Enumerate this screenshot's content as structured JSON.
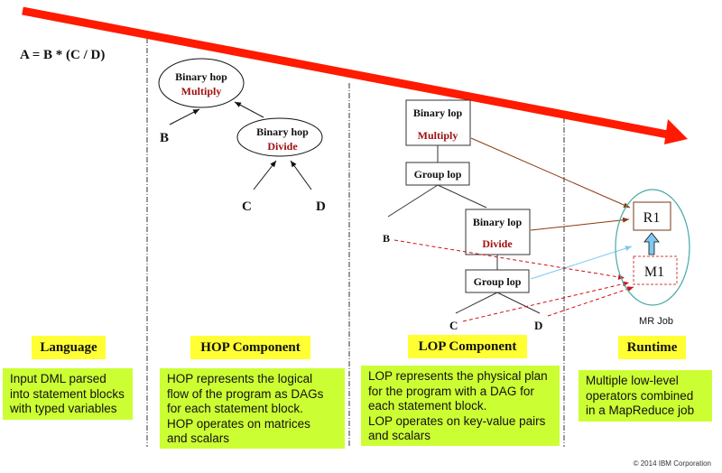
{
  "equation": "A = B * (C / D)",
  "hop": {
    "multiply_node": {
      "title": "Binary hop",
      "op": "Multiply"
    },
    "divide_node": {
      "title": "Binary hop",
      "op": "Divide"
    },
    "leaves": {
      "b": "B",
      "c": "C",
      "d": "D"
    }
  },
  "lop": {
    "multiply_node": {
      "title": "Binary lop",
      "op": "Multiply"
    },
    "group_top": "Group lop",
    "divide_node": {
      "title": "Binary lop",
      "op": "Divide"
    },
    "group_bottom": "Group lop",
    "leaves": {
      "b": "B",
      "c": "C",
      "d": "D"
    }
  },
  "runtime": {
    "reduce": "R1",
    "map": "M1",
    "job_label": "MR Job"
  },
  "sections": [
    {
      "title": "Language",
      "description": "Input DML parsed\ninto statement blocks\nwith typed variables"
    },
    {
      "title": "HOP Component",
      "description": "HOP represents the logical\nflow of the program as DAGs\nfor each statement block.\nHOP operates on matrices\nand scalars"
    },
    {
      "title": "LOP Component",
      "description": "LOP represents the physical plan\nfor the program with a DAG for\neach statement block.\nLOP operates on key-value pairs\nand scalars"
    },
    {
      "title": "Runtime",
      "description": "Multiple low-level\noperators combined\nin a MapReduce job"
    }
  ],
  "colors": {
    "flow_arrow": "#ff1a00",
    "op_text": "#a01010",
    "section_title_bg": "#ffff33",
    "description_bg": "#ccff33",
    "mr_job_ellipse": "#4aa8a8",
    "reduce_border": "#8b5a3c",
    "map_border": "#d04040",
    "shuffle_arrow": "#7fc8f0"
  },
  "copyright": "© 2014 IBM Corporation"
}
